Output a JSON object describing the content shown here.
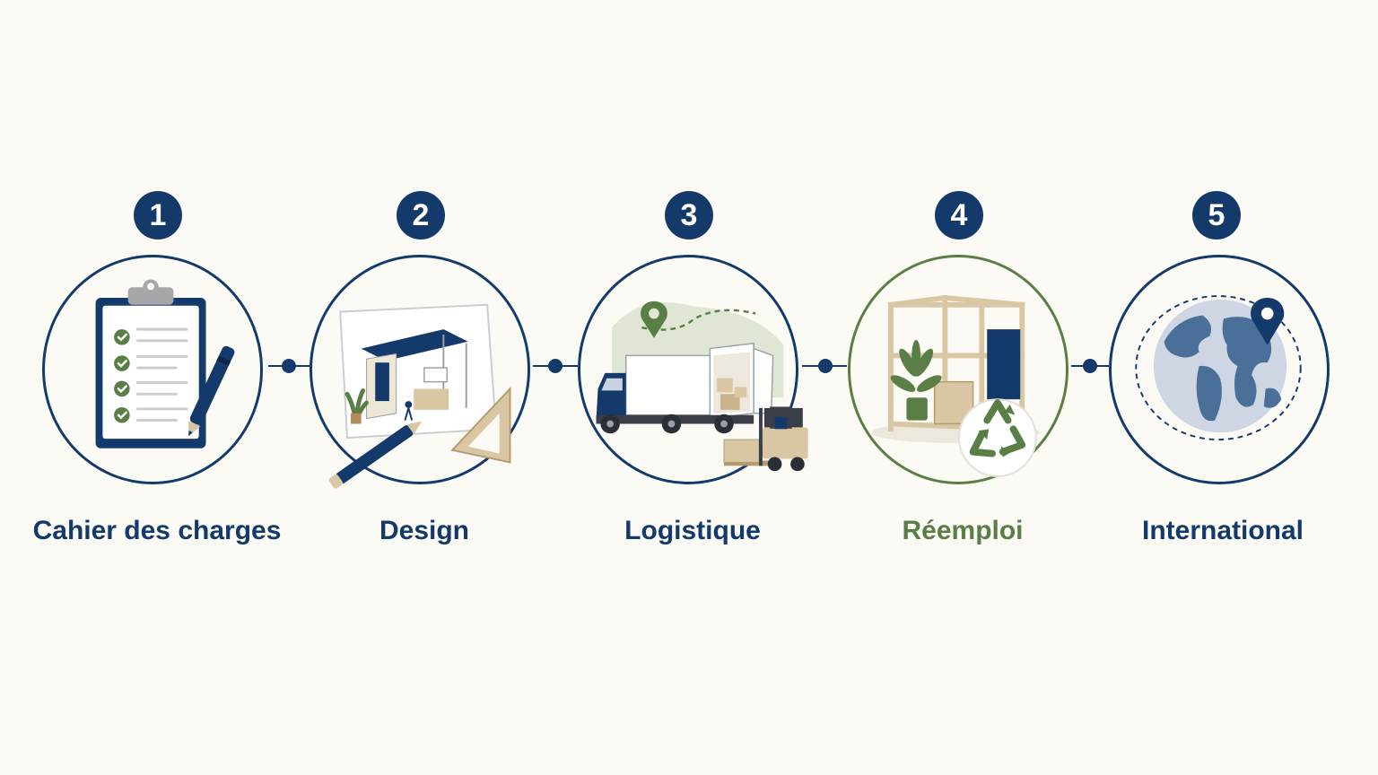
{
  "colors": {
    "navy": "#143a6b",
    "green": "#5a7f46",
    "background": "#fbfaf5",
    "wood": "#d9c7a4"
  },
  "steps": [
    {
      "number": "1",
      "label": "Cahier des charges",
      "icon": "clipboard-checklist-icon"
    },
    {
      "number": "2",
      "label": "Design",
      "icon": "stand-sketch-icon"
    },
    {
      "number": "3",
      "label": "Logistique",
      "icon": "delivery-truck-icon"
    },
    {
      "number": "4",
      "label": "Réemploi",
      "icon": "recycle-icon"
    },
    {
      "number": "5",
      "label": "International",
      "icon": "globe-pin-icon"
    }
  ]
}
